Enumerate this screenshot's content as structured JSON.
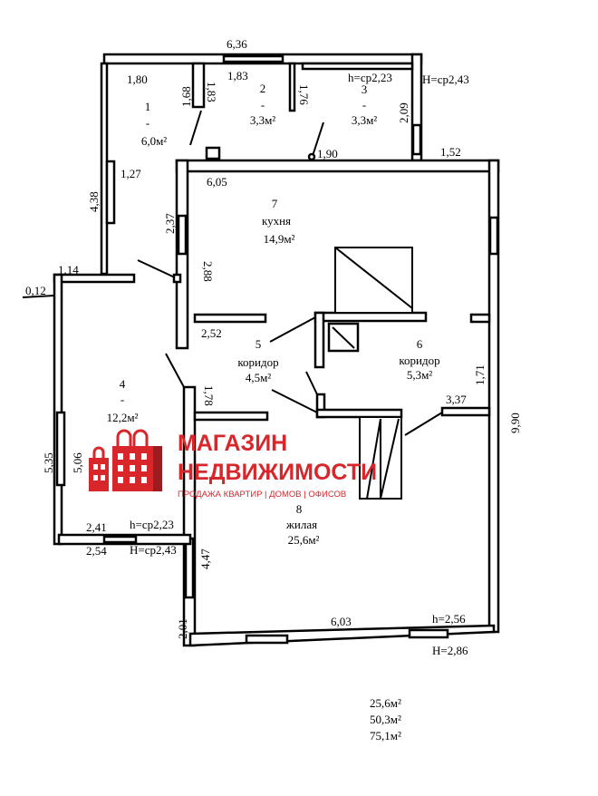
{
  "rooms": [
    {
      "num": "1",
      "name": "-",
      "area": "6,0м²"
    },
    {
      "num": "2",
      "name": "-",
      "area": "3,3м²"
    },
    {
      "num": "3",
      "name": "-",
      "area": "3,3м²"
    },
    {
      "num": "4",
      "name": "-",
      "area": "12,2м²"
    },
    {
      "num": "5",
      "name": "коридор",
      "area": "4,5м²"
    },
    {
      "num": "6",
      "name": "коридор",
      "area": "5,3м²"
    },
    {
      "num": "7",
      "name": "кухня",
      "area": "14,9м²"
    },
    {
      "num": "8",
      "name": "жилая",
      "area": "25,6м²"
    }
  ],
  "dims": {
    "d636": "6,36",
    "d180": "1,80",
    "d183a": "1,83",
    "d168": "1,68",
    "d183b": "1,83",
    "d176": "1,76",
    "h223a": "h=ср2,23",
    "H243a": "H=ср2,43",
    "d209": "2,09",
    "d190": "1,90",
    "d152": "1,52",
    "d127": "1,27",
    "d438": "4,38",
    "d605": "6,05",
    "d237": "2,37",
    "d114": "1,14",
    "d012": "0,12",
    "d288": "2,88",
    "d252": "2,52",
    "d178": "1,78",
    "d171": "1,71",
    "d337": "3,37",
    "d990": "9,90",
    "d535": "5,35",
    "d506": "5,06",
    "d241": "2,41",
    "h223b": "h=ср2,23",
    "d254": "2,54",
    "H243b": "H=ср2,43",
    "d447": "4,47",
    "d201": "2,01",
    "d603": "6,03",
    "h256": "h=2,56",
    "H286": "H=2,86"
  },
  "totals": [
    "25,6м²",
    "50,3м²",
    "75,1м²"
  ],
  "watermark": {
    "line1": "МАГАЗИН",
    "line2": "НЕДВИЖИМОСТИ",
    "line3": "ПРОДАЖА КВАРТИР | ДОМОВ | ОФИСОВ",
    "color": "#d8262b"
  }
}
